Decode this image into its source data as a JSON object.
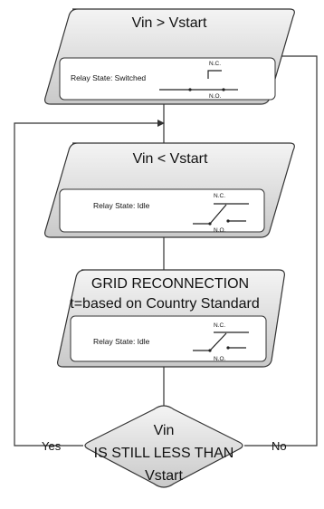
{
  "blocks": [
    {
      "title_lines": [
        "Vin > Vstart"
      ],
      "relay_label": "Relay State: Switched",
      "nc_label": "N.C.",
      "no_label": "N.O."
    },
    {
      "title_lines": [
        "Vin < Vstart"
      ],
      "relay_label": "Relay State: Idle",
      "nc_label": "N.C.",
      "no_label": "N.O."
    },
    {
      "title_lines": [
        "GRID RECONNECTION",
        "t=based on Country Standard"
      ],
      "relay_label": "Relay State: Idle",
      "nc_label": "N.C.",
      "no_label": "N.O."
    }
  ],
  "decision": {
    "lines": [
      "Vin",
      "IS STILL LESS THAN",
      "Vstart"
    ],
    "yes_label": "Yes",
    "no_label": "No"
  }
}
